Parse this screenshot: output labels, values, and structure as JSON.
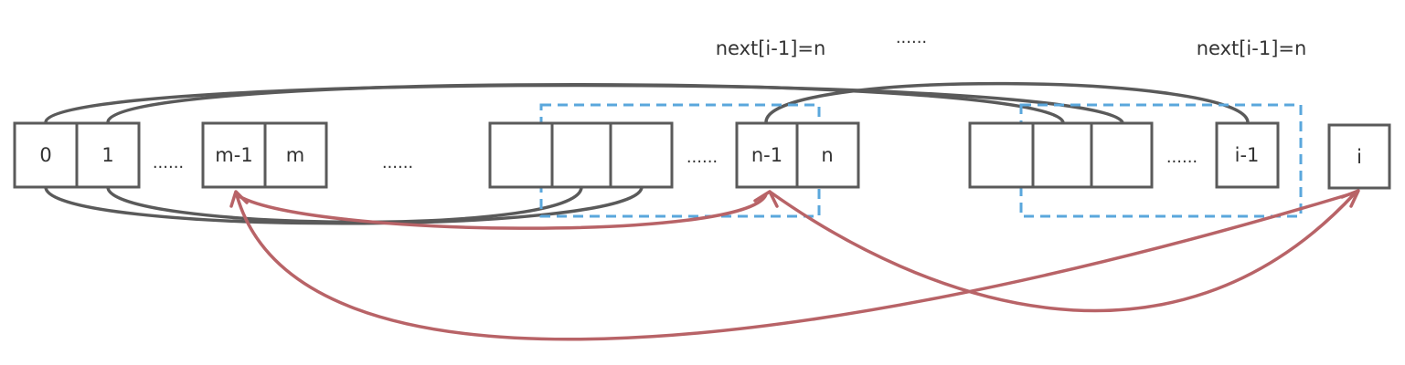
{
  "cells": {
    "c0": "0",
    "c1": "1",
    "m_minus_1": "m-1",
    "m": "m",
    "n_minus_1": "n-1",
    "n": "n",
    "i_minus_1": "i-1",
    "i": "i"
  },
  "ellipses": {
    "after_1": "......",
    "after_m": "......",
    "before_n_minus_1": "......",
    "top_middle": "......",
    "before_i_minus_1": "......"
  },
  "annotations": {
    "left": "next[i-1]=n",
    "right": "next[i-1]=n"
  },
  "colors": {
    "cell_border": "#5a5a5a",
    "match_arc": "#5a5a5a",
    "window_dashed": "#5aa7dc",
    "jump_arrow": "#b86367"
  }
}
